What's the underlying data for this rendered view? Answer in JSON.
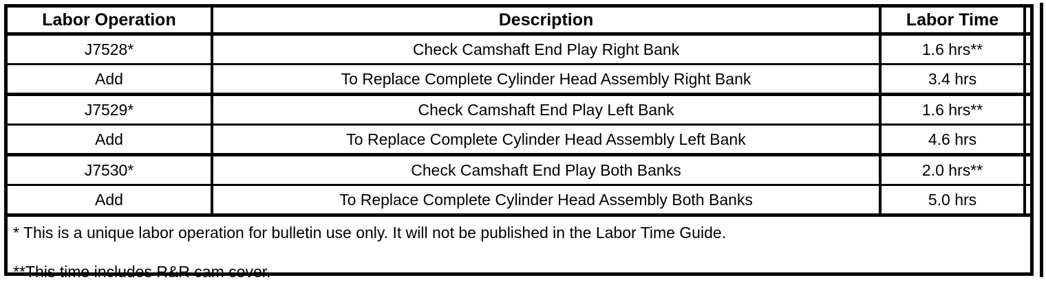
{
  "table": {
    "columns": [
      {
        "key": "labor_operation",
        "header": "Labor Operation"
      },
      {
        "key": "description",
        "header": "Description"
      },
      {
        "key": "labor_time",
        "header": "Labor Time"
      },
      {
        "key": "spacer",
        "header": ""
      }
    ],
    "rows": [
      {
        "labor_operation": "J7528*",
        "description": "Check Camshaft End Play Right Bank",
        "labor_time": "1.6 hrs**"
      },
      {
        "labor_operation": "Add",
        "description": "To Replace Complete Cylinder Head Assembly Right Bank",
        "labor_time": "3.4 hrs"
      },
      {
        "labor_operation": "J7529*",
        "description": "Check Camshaft End Play Left Bank",
        "labor_time": "1.6 hrs**"
      },
      {
        "labor_operation": "Add",
        "description": "To Replace Complete Cylinder Head Assembly Left Bank",
        "labor_time": "4.6 hrs"
      },
      {
        "labor_operation": "J7530*",
        "description": "Check Camshaft End Play Both Banks",
        "labor_time": "2.0 hrs**"
      },
      {
        "labor_operation": "Add",
        "description": "To Replace Complete Cylinder Head Assembly Both Banks",
        "labor_time": "5.0 hrs"
      }
    ],
    "footnotes": [
      "* This is a unique labor operation for bulletin use only. It will not be published in the Labor Time Guide.",
      "**This time includes R&R cam cover."
    ]
  },
  "colors": {
    "border": "#000000",
    "text": "#000000",
    "background": "#ffffff"
  }
}
